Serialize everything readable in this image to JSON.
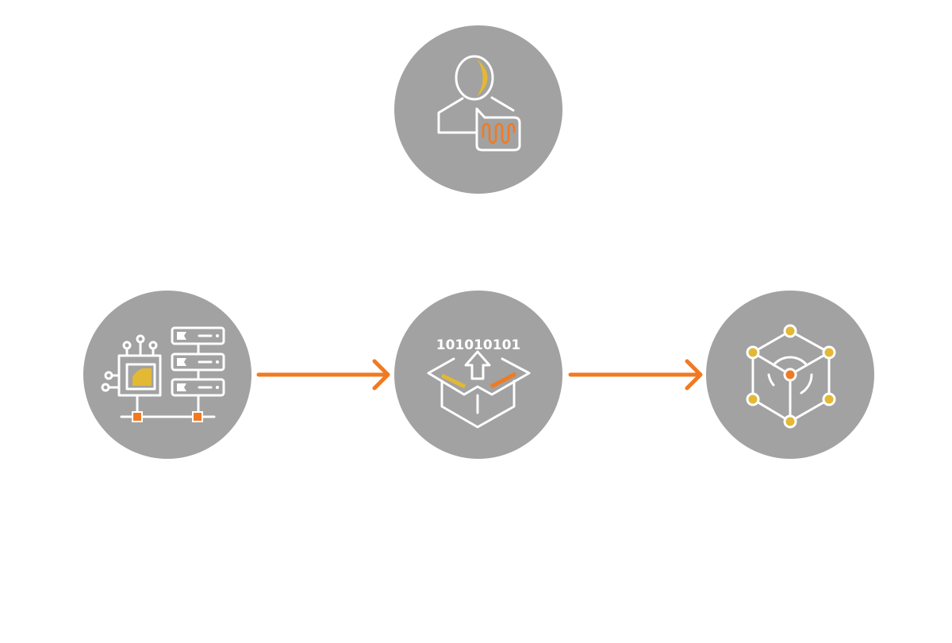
{
  "diagram": {
    "nodes": [
      {
        "id": "user",
        "icon": "user-speech-icon"
      },
      {
        "id": "hardware",
        "icon": "hardware-server-icon"
      },
      {
        "id": "data",
        "icon": "data-box-icon",
        "text": "101010101"
      },
      {
        "id": "network",
        "icon": "network-cube-icon"
      }
    ],
    "edges": [
      {
        "from": "hardware",
        "to": "data"
      },
      {
        "from": "data",
        "to": "network"
      }
    ]
  },
  "colors": {
    "circle": "#a1a2a1",
    "accent_orange": "#f07a22",
    "accent_yellow": "#e2b835",
    "line": "#ffffff"
  }
}
